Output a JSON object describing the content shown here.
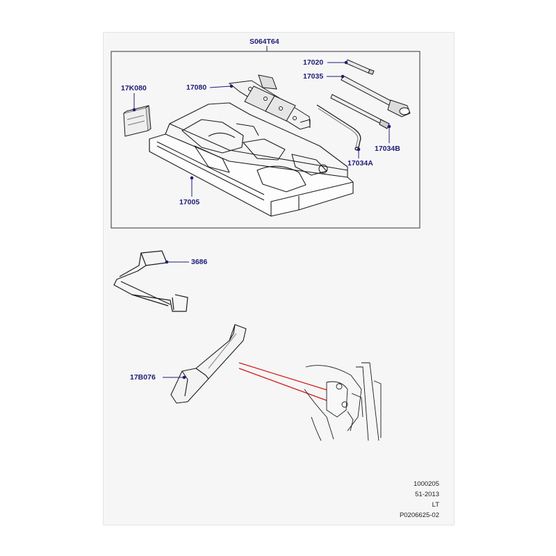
{
  "diagram": {
    "assembly_code": "S064T64",
    "parts": [
      {
        "id": "spare-wheel-tray",
        "label": "17005"
      },
      {
        "id": "jack",
        "label": "17080"
      },
      {
        "id": "tool-roll",
        "label": "17K080"
      },
      {
        "id": "wheel-wrench",
        "label": "17020"
      },
      {
        "id": "wheel-brace",
        "label": "17035"
      },
      {
        "id": "extension-bar",
        "label": "17034B"
      },
      {
        "id": "jack-handle",
        "label": "17034A"
      },
      {
        "id": "retaining-strap",
        "label": "3686"
      },
      {
        "id": "trim-cover",
        "label": "17B076"
      }
    ]
  },
  "footer": {
    "line1": "1000205",
    "line2": "51-2013",
    "line3": "LT",
    "line4": "P0206625-02"
  },
  "colors": {
    "label_text": "#1c1c78",
    "leader_line": "#1c1c78",
    "highlight_line": "#d41414",
    "outline": "#1a1a1a"
  }
}
